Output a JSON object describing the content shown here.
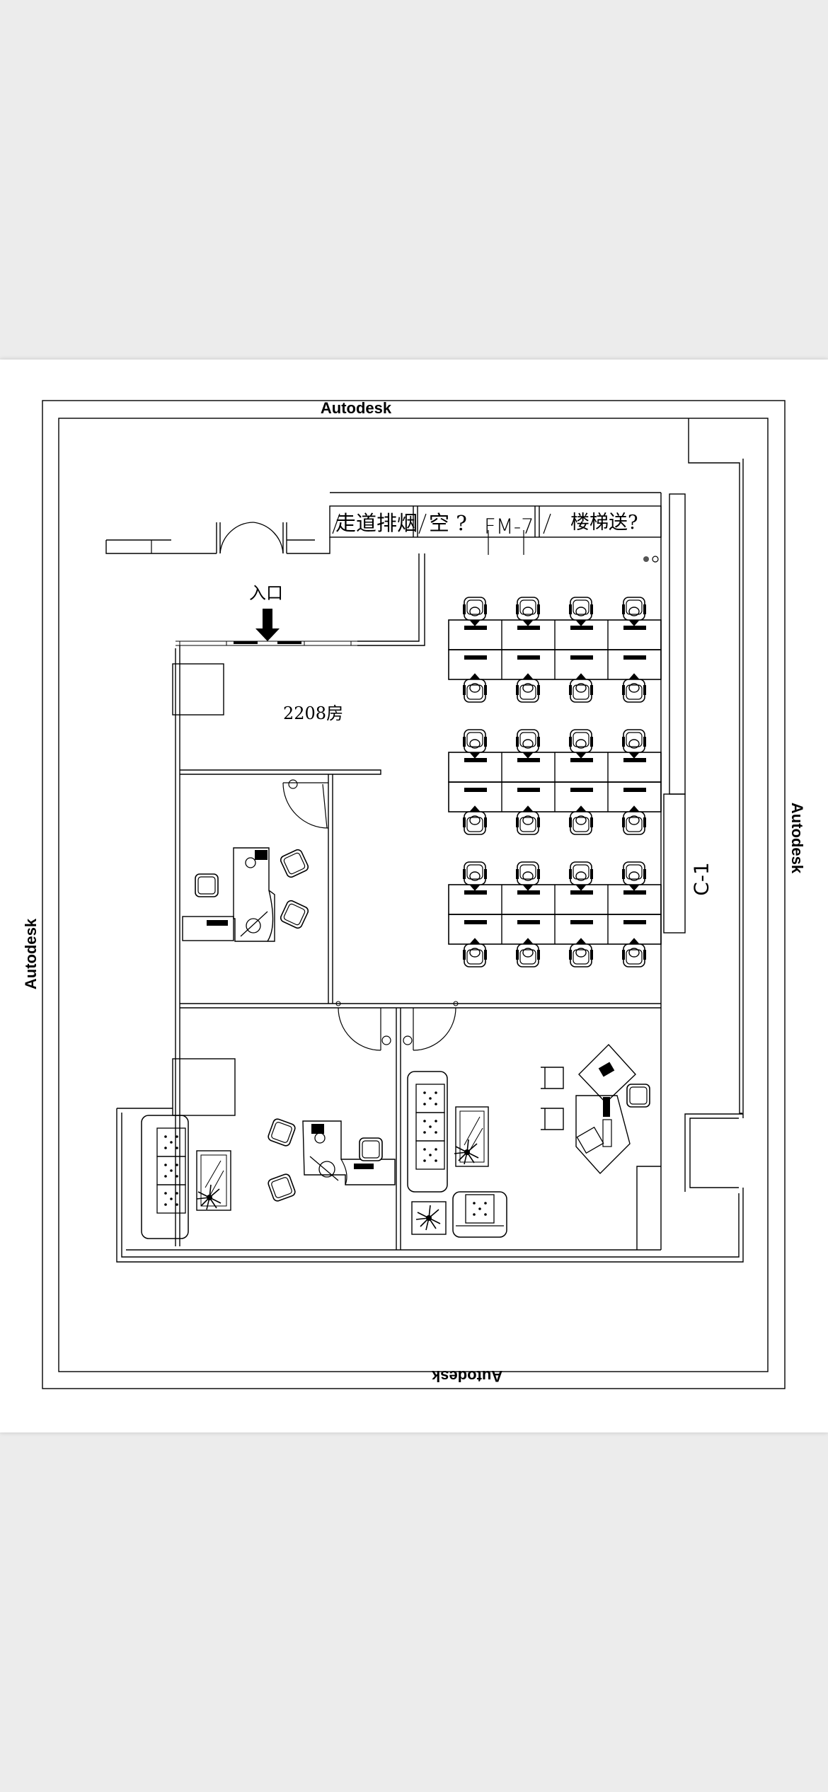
{
  "frame": {
    "top_label": "Autodesk",
    "bottom_label": "Autodesk",
    "left_label": "Autodesk",
    "right_label": "Autodesk"
  },
  "plan": {
    "entrance_label": "入口",
    "room_label": "2208房",
    "corridor_label": "走道排烟",
    "air_label": "空 ?",
    "fm_label": "FM-7",
    "stair_label": "楼梯送?",
    "column_label": "C-1"
  },
  "workstations": {
    "groups": 3,
    "rows_per_group": 2,
    "desks_per_row": 4
  },
  "colors": {
    "line": "#000000",
    "paper": "#ffffff",
    "background": "#ececec"
  }
}
